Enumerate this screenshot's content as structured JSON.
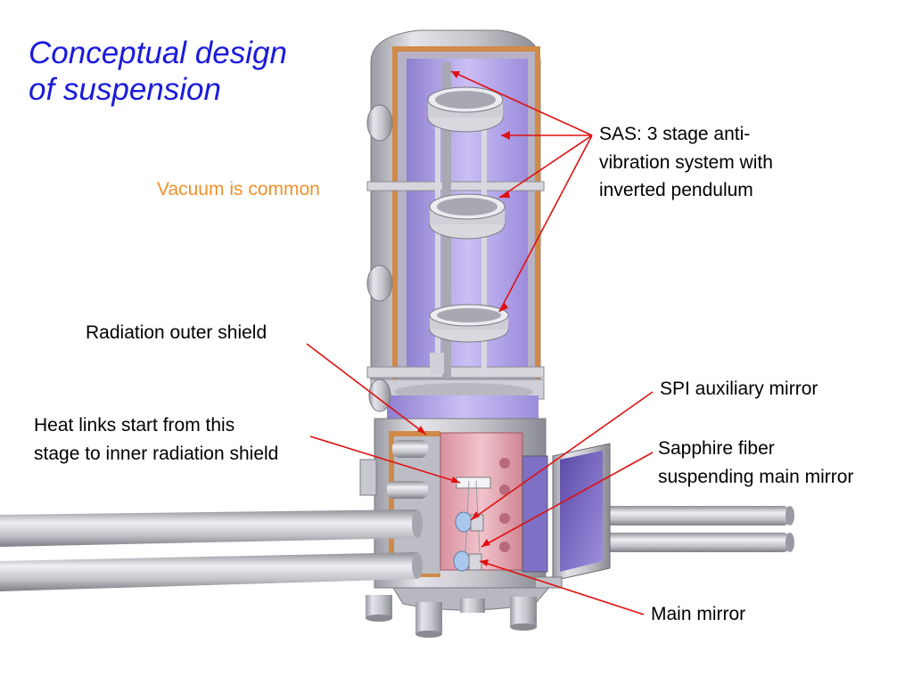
{
  "title": {
    "line1": "Conceptual design",
    "line2": "of suspension"
  },
  "labels": {
    "vacuum": "Vacuum is common",
    "sas_line1": "SAS: 3 stage anti-",
    "sas_line2": "vibration system with",
    "sas_line3": "inverted pendulum",
    "outer_shield": "Radiation outer shield",
    "heat_line1": "Heat links start from this",
    "heat_line2": "stage to inner radiation shield",
    "spi": "SPI auxiliary mirror",
    "fiber_line1": "Sapphire fiber",
    "fiber_line2": "suspending main mirror",
    "main_mirror": "Main mirror"
  },
  "colors": {
    "title": "#1a1adc",
    "vacuum_label": "#f0922a",
    "pointer_lines": "#e01010",
    "vacuum_space": "#b8a8f0",
    "inner_shield": "#e3a6b2",
    "outer_shell": "#c0c0c8",
    "copper_layer": "#d08a48"
  }
}
